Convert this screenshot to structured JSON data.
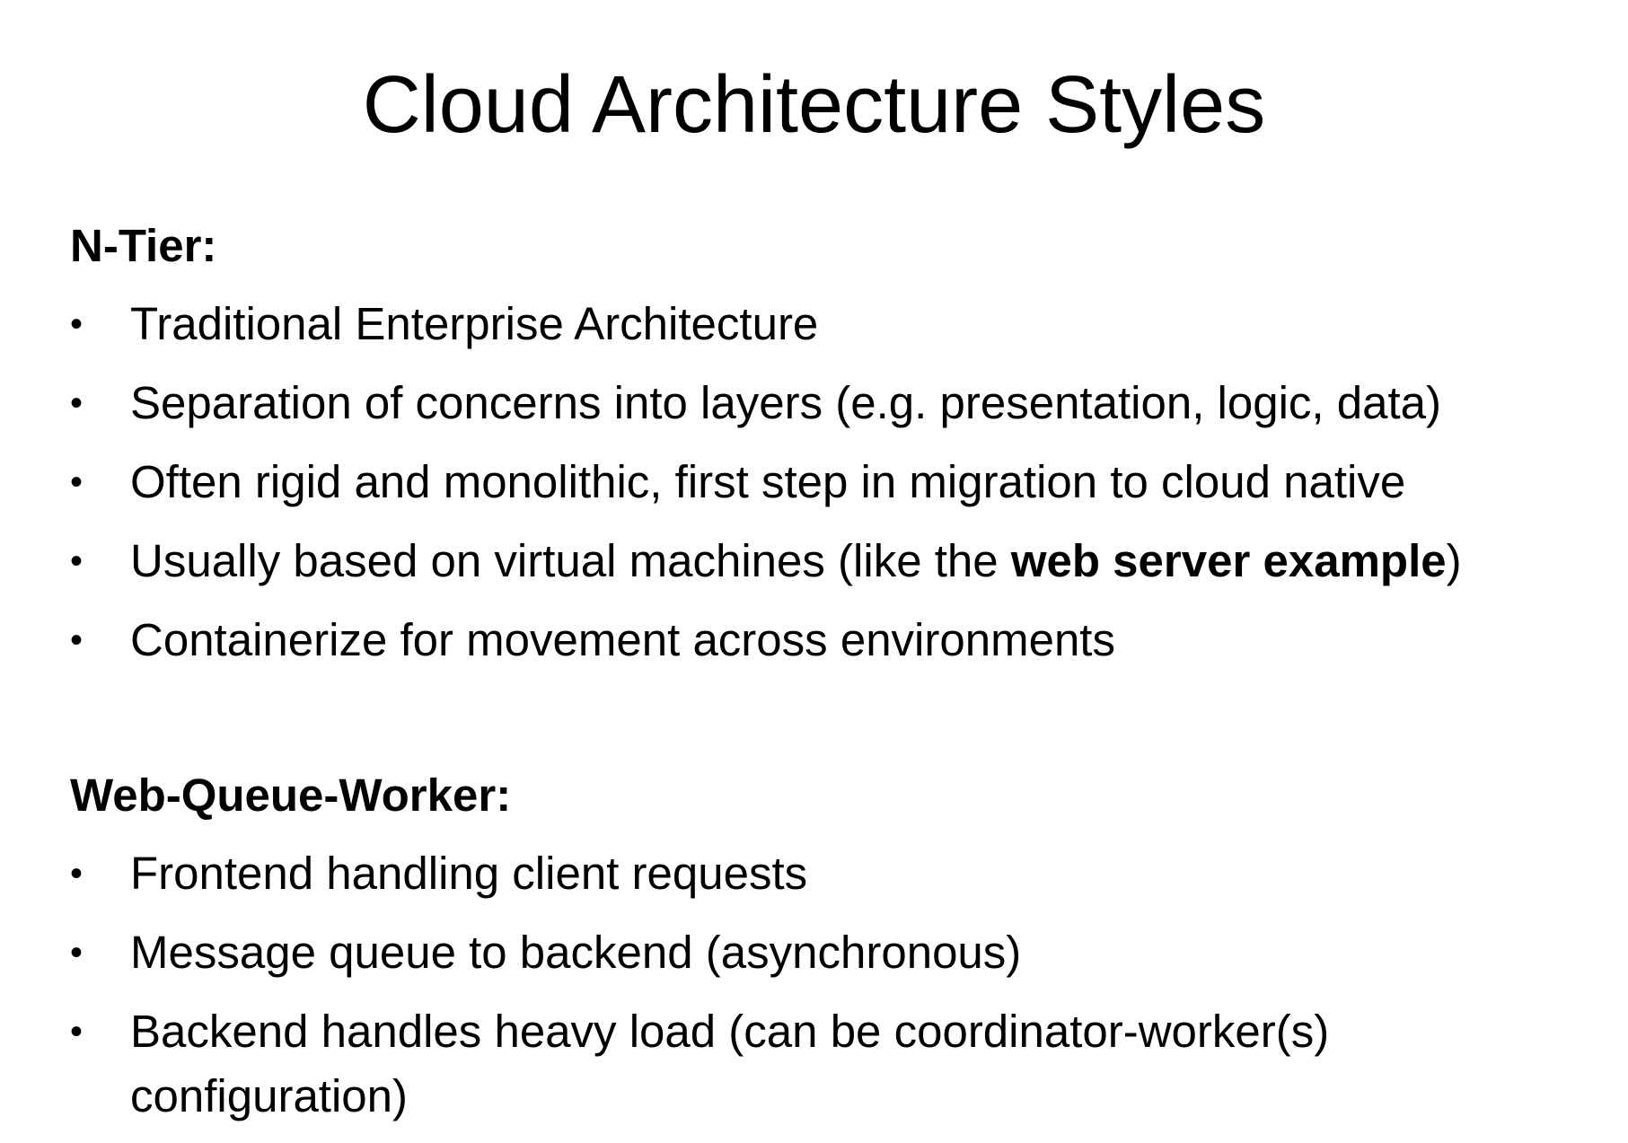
{
  "title": "Cloud Architecture Styles",
  "sections": [
    {
      "heading": "N-Tier:",
      "items": [
        {
          "text": "Traditional Enterprise Architecture"
        },
        {
          "text": "Separation of concerns into layers (e.g. presentation, logic, data)"
        },
        {
          "text": "Often rigid and monolithic, first step in migration to cloud native"
        },
        {
          "pre": "Usually based on virtual machines (like the ",
          "bold": "web server example",
          "post": ")"
        },
        {
          "text": "Containerize for movement across environments"
        }
      ]
    },
    {
      "heading": "Web-Queue-Worker:",
      "items": [
        {
          "text": "Frontend handling client requests"
        },
        {
          "text": "Message queue to backend (asynchronous)"
        },
        {
          "text": "Backend handles heavy load (can be coordinator-worker(s) configuration)"
        }
      ]
    }
  ],
  "bullet_glyph": "•"
}
